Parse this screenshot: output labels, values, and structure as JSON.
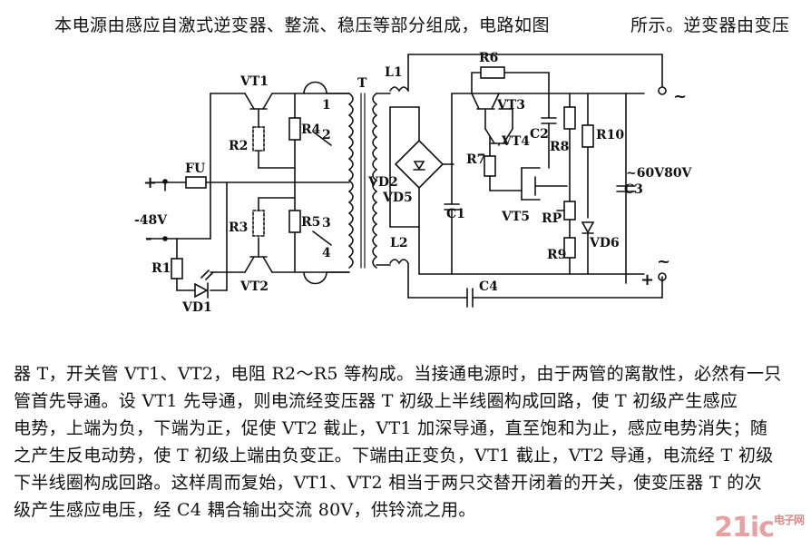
{
  "intro_left": "本电源由感应自激式逆变器、整流、稳压等部分组成，电路如图",
  "intro_right": "所示。逆变器由变压",
  "labels": {
    "vt1": "VT1",
    "vt2": "VT2",
    "vt3": "VT3",
    "vt4": "VT4",
    "vt5": "VT5",
    "t": "T",
    "l1": "L1",
    "l2": "L2",
    "r1": "R1",
    "r2": "R2",
    "r3": "R3",
    "r4": "R4",
    "r5": "R5",
    "r6": "R6",
    "r7": "R7",
    "r8": "R8",
    "r9": "R9",
    "r10": "R10",
    "c1": "C1",
    "c2": "C2",
    "c3": "C3",
    "c4": "C4",
    "fu": "FU",
    "vd1": "VD1",
    "vd2": "VD2",
    "vd5": "VD5",
    "vd6": "VD6",
    "rp": "RP",
    "v48": "-48V",
    "v6080": "~60V80V",
    "tap1": "1",
    "tap2": "2",
    "tap3": "3",
    "tap4": "4",
    "plus_in": "+",
    "minus_in": "-",
    "plus_out": "+",
    "tilde_top": "~",
    "tilde_bot": "~"
  },
  "paragraph": [
    "器 T，开关管 VT1、VT2，电阻 R2～R5 等构成。当接通电源时，由于两管的离散性，必然有一只",
    "管首先导通。设 VT1 先导通，则电流经变压器 T 初级上半线圈构成回路，使 T 初级产生感应",
    "电势，上端为负，下端为正，促使 VT2 截止，VT1 加深导通，直至饱和为止，感应电势消失；随",
    "之产生反电动势，使 T 初级上端由负变正。下端由正变负，VT1 截止，VT2 导通，电流经 T 初级",
    "下半线圈构成回路。这样周而复始，VT1、VT2 相当于两只交替开闭着的开关，使变压器 T 的次",
    "级产生感应电压，经 C4 耦合输出交流 80V，供铃流之用。"
  ],
  "watermark": "21ic",
  "watermark_small": "电子网"
}
